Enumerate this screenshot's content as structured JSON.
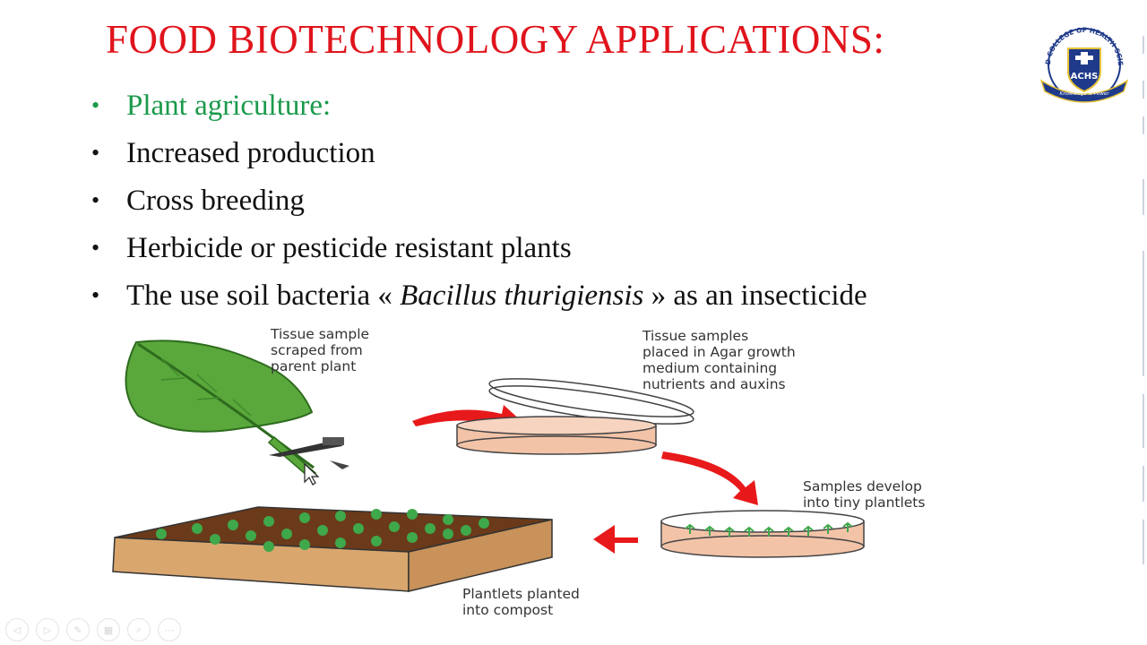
{
  "slide": {
    "title": "FOOD BIOTECHNOLOGY APPLICATIONS:",
    "bullet_char": "•",
    "bullets": [
      {
        "text": "Plant agriculture:"
      },
      {
        "text": "Increased production"
      },
      {
        "text": "Cross breeding"
      },
      {
        "text": "Herbicide or pesticide resistant plants"
      },
      {
        "prefix": "The use soil bacteria « ",
        "italic": "Bacillus thurigiensis",
        "suffix": " » as an insecticide"
      }
    ],
    "logo": {
      "ring_text": "ALLIED COLLEGE OF HEALTH SCIENCES",
      "shield_text": "ACHS",
      "motto": "Knowledge is Power"
    },
    "diagram": {
      "captions": {
        "tissue_scraped": "Tissue sample\nscraped from\nparent plant",
        "tissue_placed": "Tissue samples\nplaced in Agar growth\nmedium containing\nnutrients and auxins",
        "samples_develop": "Samples develop\ninto tiny plantlets",
        "plantlets_planted": "Plantlets planted\ninto compost"
      }
    },
    "colors": {
      "title": "#e0141c",
      "green_bullet": "#1a9a4a",
      "arrow": "#e8191a",
      "leaf": "#5aa83c",
      "agar": "#f3c3a8",
      "soil": "#d9a66e"
    }
  },
  "controls": {
    "icons": [
      "prev-icon",
      "next-icon",
      "pen-icon",
      "slides-icon",
      "zoom-icon",
      "more-icon"
    ],
    "glyphs": [
      "◁",
      "▷",
      "✎",
      "▦",
      "⌕",
      "⋯"
    ]
  }
}
